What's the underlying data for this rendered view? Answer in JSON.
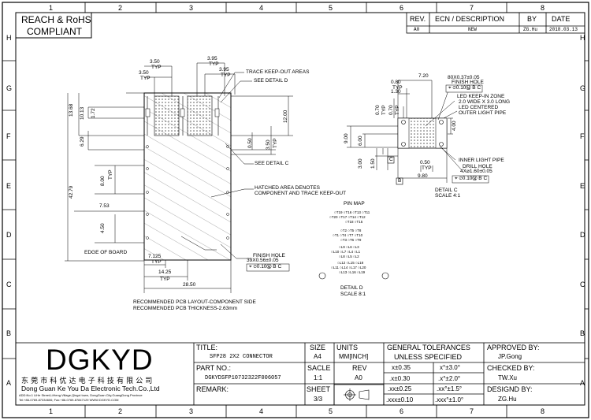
{
  "compliance": {
    "line1": "REACH & RoHS",
    "line2": "COMPLIANT"
  },
  "zones": {
    "cols": [
      "1",
      "2",
      "3",
      "4",
      "5",
      "6",
      "7",
      "8"
    ],
    "rows": [
      "H",
      "G",
      "F",
      "E",
      "D",
      "C",
      "B",
      "A"
    ]
  },
  "revision": {
    "headers": {
      "rev": "REV.",
      "ecn": "ECN / DESCRIPTION",
      "by": "BY",
      "date": "DATE"
    },
    "row": {
      "rev": "A0",
      "ecn": "NEW",
      "by": "ZG.Hu",
      "date": "2018.03.13"
    }
  },
  "main_view": {
    "dims": {
      "d350a": "3.50",
      "typa": "TYP",
      "d350b": "3.50",
      "typb": "TYP",
      "d395a": "3.95",
      "typc": "TYP",
      "d395b": "3.95",
      "typd": "TYP",
      "d1368": "13.68",
      "d1013": "10.13",
      "d172": "1.72",
      "d629": "6.29",
      "d800": "8.00",
      "type": "TYP",
      "d4279": "42.79",
      "d753": "7.53",
      "d450": "4.50",
      "d050": "0.50",
      "d350c": "3.50",
      "typf": "TYP",
      "d1200": "12.00",
      "d7125": "7.125",
      "typg": "TYP",
      "d1425": "14.25",
      "typh": "TYP",
      "d2850": "28.50"
    },
    "notes": {
      "trace_keepout": "TRACE KEEP-OUT AREAS",
      "see_detail_d": "SEE DETAIL D",
      "see_detail_c": "SEE DETAIL C",
      "hatched1": "HATCHED AREA DENOTES",
      "hatched2": "COMPONENT AND TRACE KEEP-OUT",
      "edge": "EDGE OF BOARD",
      "finish_hole": "FINISH HOLE",
      "finish_hole_dim": "39X0.56±0.05",
      "fcf": "⌖ ⌀0.10Ⓜ B C",
      "rec1": "RECOMMENDED PCB LAYOUT-COMPONENT SIDE",
      "rec2": "RECOMMENDED PCB THICKNESS-2.63mm"
    }
  },
  "detail_c": {
    "dims": {
      "d080": "0.80",
      "typa": "TYP",
      "d720": "7.20",
      "d130": "1.30",
      "d070a": "0.70",
      "typb": "TYP",
      "d070b": "0.70",
      "typc": "TYP",
      "d600": "6.00",
      "d900": "9.00",
      "d400": "4.00",
      "d150": "1.50",
      "d300": "3.00",
      "d050": "0.50",
      "typd": "TYP",
      "d980": "9.80"
    },
    "notes": {
      "fh_dim": "80X0.37±0.05",
      "fh": "FINISH HOLE",
      "fcf1": "⌖ ⌀0.10Ⓜ B C",
      "led1": "LED KEEP-IN ZONE",
      "led2": "2.0 WIDE X 3.0 LONG",
      "led3": "LED CENTERED",
      "olp": "OUTER LIGHT PIPE",
      "ilp": "INNER LIGHT PIPE",
      "dh": "DRILL HOLE",
      "dh_dim": "4X⌀1.60±0.05",
      "fcf2": "⌖ ⌀0.10Ⓜ B C",
      "datum_b": "B",
      "datum_c": "C",
      "label": "DETAIL C",
      "scale": "SCALE 4:1"
    }
  },
  "detail_d": {
    "pin_map": "PIN MAP",
    "label": "DETAIL D",
    "scale": "SCALE 8:1",
    "pins_a": "○T19  ○T16  ○T13  ○T11",
    "pins_b": "○T20  ○T17  ○T14  ○T12",
    "pins_c": "○T18  ○T15",
    "pins_d": "○T2   ○T5   ○T8",
    "pins_e": "○T1   ○T4   ○T7   ○T10",
    "pins_f": "○T3   ○T6   ○T9",
    "pins_g": "○L9   ○L6   ○L3",
    "pins_h": "○L10  ○L7   ○L4   ○L1",
    "pins_i": "○L8   ○L5   ○L2",
    "pins_j": "○L12  ○L15  ○L18",
    "pins_k": "○L11  ○L14  ○L17  ○L20",
    "pins_l": "○L13  ○L16  ○L19"
  },
  "title_block": {
    "logo": "DGKYD",
    "company_cn": "东 莞 市 科 优 达 电 子 科 技 有 限 公 司",
    "company_en": "Dong Guan Ke You Da Electronic Tech.Co.,Ltd",
    "address": "ADD:No.1 LiHe Street,LiHeng Village,Qingxi town, DongGuan City,GuangDong Province",
    "contact": "Tel:+86-0769-87334606; Fax:+86-0769-87847129  WWW.DGKYD.COM",
    "title_label": "TITLE:",
    "title_value": "SFP28 2X2 CONNECTOR",
    "part_label": "PART NO.:",
    "part_value": "DGKYDSFP10732322F006057",
    "remark_label": "REMARK:",
    "size_label": "SIZE",
    "size_value": "A4",
    "units_label1": "UNITS",
    "units_label2": "MM[INCH]",
    "scale_label": "SACLE",
    "scale_value": "1:1",
    "rev_label": "REV",
    "rev_value": "A0",
    "sheet_label": "SHEET",
    "sheet_value": "3/3",
    "tol_label1": "GENERAL TOLERANCES",
    "tol_label2": "UNLESS SPECIFIED",
    "tol": [
      [
        "x±0.35",
        "x°±3.0°"
      ],
      [
        ".x±0.30",
        ".x°±2.0°"
      ],
      [
        ".xx±0.25",
        ".xx°±1.5°"
      ],
      [
        ".xxx±0.10",
        ".xxx°±1.0°"
      ]
    ],
    "approved_label": "APPROVED BY:",
    "approved_value": "JP.Gong",
    "checked_label": "CHECKED BY:",
    "checked_value": "TW.Xu",
    "design_label": "DESIGND BY:",
    "design_value": "ZG.Hu"
  }
}
